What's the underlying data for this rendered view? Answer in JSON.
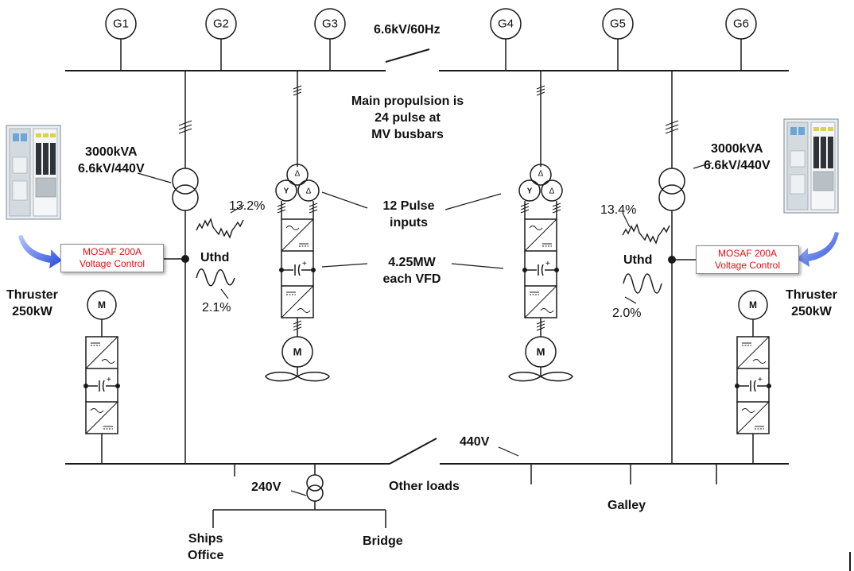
{
  "generators": [
    "G1",
    "G2",
    "G3",
    "G4",
    "G5",
    "G6"
  ],
  "labels": {
    "mv_bus": "6.6kV/60Hz",
    "main_propulsion": "Main propulsion is\n24 pulse at\nMV busbars",
    "transformer_left": "3000kVA\n6.6kV/440V",
    "transformer_right": "3000kVA\n6.6kV/440V",
    "pulse_inputs": "12 Pulse\ninputs",
    "vfd_rating": "4.25MW\neach VFD",
    "thd_left_before": "13.2%",
    "thd_left_after": "2.1%",
    "thd_right_before": "13.4%",
    "thd_right_after": "2.0%",
    "uthd_left": "Uthd",
    "uthd_right": "Uthd",
    "thruster_left": "Thruster\n250kW",
    "thruster_right": "Thruster\n250kW",
    "lv_bus": "440V",
    "small_tx": "240V",
    "other_loads": "Other loads",
    "galley": "Galley",
    "ships_office": "Ships\nOffice",
    "bridge": "Bridge",
    "motor": "M",
    "wye": "Y",
    "delta": "Δ"
  },
  "mosaf_left": {
    "line1": "MOSAF 200A",
    "line2": "Voltage Control"
  },
  "mosaf_right": {
    "line1": "MOSAF 200A",
    "line2": "Voltage Control"
  },
  "colors": {
    "line": "#1a1a1a",
    "accent_red": "#e01010",
    "arrow_blue": "#3a64e0"
  }
}
